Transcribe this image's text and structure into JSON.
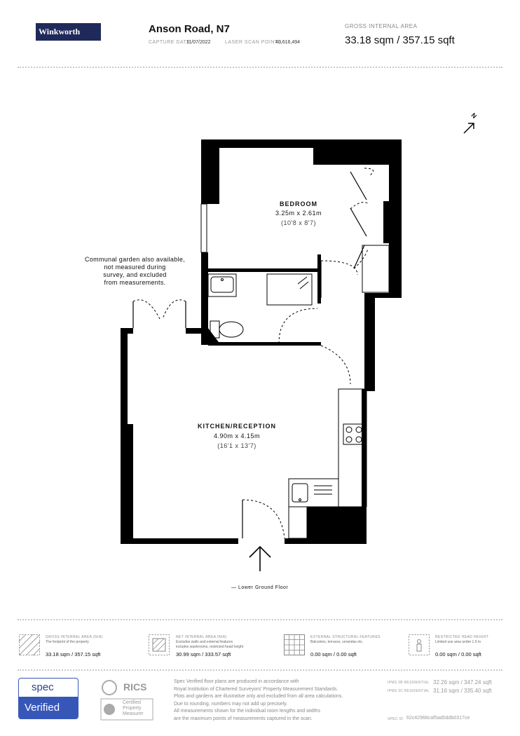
{
  "header": {
    "brand": "Winkworth",
    "title": "Anson Road, N7",
    "capture_label": "CAPTURE DATE",
    "capture_date": "11/07/2022",
    "scan_label": "LASER SCAN POINTS",
    "scan_points": "40,616,494",
    "gia_label": "GROSS INTERNAL AREA",
    "gia_value": "33.18 sqm / 357.15 sqft"
  },
  "plan": {
    "compass": "N",
    "bedroom": {
      "name": "BEDROOM",
      "dims": "3.25m x 2.61m",
      "imperial": "(10'8 x 8'7)"
    },
    "kitchen": {
      "name": "KITCHEN/RECEPTION",
      "dims": "4.90m x 4.15m",
      "imperial": "(16'1 x 13'7)"
    },
    "note": [
      "Communal garden also available,",
      "not measured during",
      "survey, and excluded",
      "from measurements."
    ],
    "floor_label": "— Lower Ground Floor"
  },
  "legend": [
    {
      "title": "GROSS INTERNAL AREA (GIA)",
      "desc": [
        "The footprint of the property"
      ],
      "value": "33.18 sqm / 357.15 sqft",
      "icon": "hatched-square-icon"
    },
    {
      "title": "NET INTERNAL AREA (NIA)",
      "desc": [
        "Excludes walls and external features",
        "includes washrooms, restricted head height"
      ],
      "value": "30.99 sqm / 333.57 sqft",
      "icon": "nia-hatched-icon"
    },
    {
      "title": "EXTERNAL STRUCTURAL FEATURES",
      "desc": [
        "Balconies, terraces, verandas etc."
      ],
      "value": "0.00 sqm / 0.00 sqft",
      "icon": "grid-square-icon"
    },
    {
      "title": "RESTRICTED HEAD HEIGHT",
      "desc": [
        "Limited use area under 1.5 m"
      ],
      "value": "0.00 sqm / 0.00 sqft",
      "icon": "person-height-icon"
    }
  ],
  "footer": {
    "badge_top": "spec",
    "badge_bottom": "Verified",
    "rics": "RICS",
    "rics_badge": [
      "Certified",
      "Property",
      "Measurer"
    ],
    "disclaimer": [
      "Spec Verified floor plans are produced in accordance with",
      "Royal Institution of Chartered Surveyors' Property Measurement Standards.",
      "Plots and gardens are illustrative only and excluded from all area calculations.",
      "Due to rounding, numbers may not add up precisely.",
      "All measurements shown for the individual room lengths and widths",
      "are the maximum points of measurements captured in the scan."
    ],
    "ipms": [
      {
        "label": "IPMS 3B RESIDENTIAL",
        "value": "32.26 sqm / 347.24 sqft"
      },
      {
        "label": "IPMS 3C RESIDENTIAL",
        "value": "31.16 sqm / 335.40 sqft"
      }
    ],
    "spec_id_label": "SPEC ID",
    "spec_id": "62c42968caf5ad0ddb0317ce"
  }
}
